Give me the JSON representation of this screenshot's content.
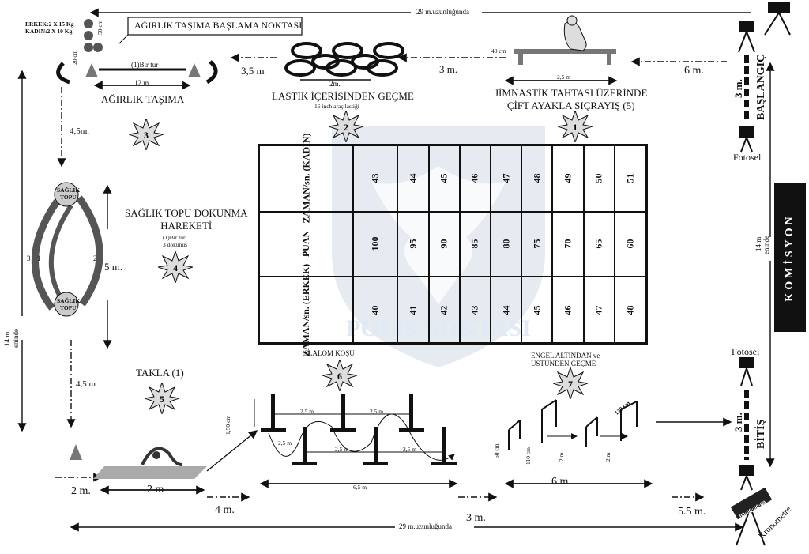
{
  "top": {
    "length_label": "29 m.uzunluğunda",
    "weights_men": "ERKEK:2 X 15 Kg",
    "weights_women": "KADIN:2 X 10 Kg",
    "weight_height": "50 cm",
    "start_point_box": "AĞIRLIK TAŞIMA BAŞLAMA NOKTASI",
    "cone_height": "20 cm",
    "one_lap": "(1)Bir tur",
    "carry_length": "12 m.",
    "gap_3_5": "3,5 m",
    "tire_width": "2m.",
    "gap_3": "3 m.",
    "bench_height": "40 cm",
    "bench_length": "2,5 m",
    "gap_6": "6 m."
  },
  "stations": {
    "s1": {
      "num": "1",
      "title_line1": "JİMNASTİK TAHTASI ÜZERİNDE",
      "title_line2": "ÇİFT AYAKLA SIÇRAYIŞ (5)"
    },
    "s2": {
      "num": "2",
      "title": "LASTİK İÇERİSİNDEN GEÇME",
      "sub": "16 inch araç lastiği"
    },
    "s3": {
      "num": "3",
      "title": "AĞIRLIK TAŞIMA"
    },
    "s4": {
      "num": "4",
      "title_line1": "SAĞLIK TOPU DOKUNMA",
      "title_line2": "HAREKETİ",
      "sub1": "(1)Bir tur",
      "sub2": "3 dokunuş"
    },
    "s5": {
      "num": "5",
      "title": "TAKLA (1)"
    },
    "s6": {
      "num": "6",
      "title": "SLALOM KOŞU"
    },
    "s7": {
      "num": "7",
      "title_line1": "ENGEL ALTINDAN ve",
      "title_line2": "ÜSTÜNDEN GEÇME"
    }
  },
  "left": {
    "gap_4_5": "4,5m.",
    "ball_label_a": "SAĞLIK",
    "ball_label_b": "TOPU",
    "path_1": "1",
    "path_2": "2",
    "path_3": "3",
    "ball_distance": "5 m.",
    "side_length_a": "14 m.",
    "side_length_b": "eninde",
    "gap_4_5b": "4,5 m"
  },
  "table": {
    "row_labels": [
      "ZAMAN/sn. (KADIN)",
      "PUAN",
      "ZAMAN/sn. (ERKEK)"
    ],
    "women_times": [
      "43",
      "44",
      "45",
      "46",
      "47",
      "48",
      "49",
      "50",
      "51"
    ],
    "points": [
      "100",
      "95",
      "90",
      "85",
      "80",
      "75",
      "70",
      "65",
      "60"
    ],
    "men_times": [
      "40",
      "41",
      "42",
      "43",
      "44",
      "45",
      "46",
      "47",
      "48"
    ]
  },
  "watermark": "POLİS NOKTASI",
  "right": {
    "start_label": "BAŞLANGIÇ",
    "start_width": "3 m.",
    "photocell_top": "Fotosel",
    "side_length_a": "14 m.",
    "side_length_b": "eninde",
    "committee": "KOMİSYON",
    "photocell_bottom": "Fotosel",
    "finish_label": "BİTİŞ",
    "finish_width": "3 m.",
    "chrono_display": "00:00:00:00",
    "chrono_label": "Kronometre"
  },
  "bottom": {
    "gap_2": "2 m.",
    "mat_length": "2 m",
    "gap_4": "4 m.",
    "slalom_height": "1,50 cm",
    "slalom_gap_a": "2,5 m",
    "slalom_gap_b": "2,5 m",
    "slalom_gap_c": "2,5 m",
    "slalom_gap_d": "2,5 m",
    "slalom_diag": "2,5 m",
    "slalom_total": "6,5 m",
    "gap_3": "3 m.",
    "hurdle_low": "50 cm",
    "hurdle_high": "110 cm",
    "hurdle_gap_a": "2 m",
    "hurdle_gap_b": "2 m",
    "hurdle_bar": "130 cm",
    "hurdle_total": "6 m.",
    "gap_5_5": "5.5 m.",
    "length_label": "29 m.uzunluğunda"
  }
}
